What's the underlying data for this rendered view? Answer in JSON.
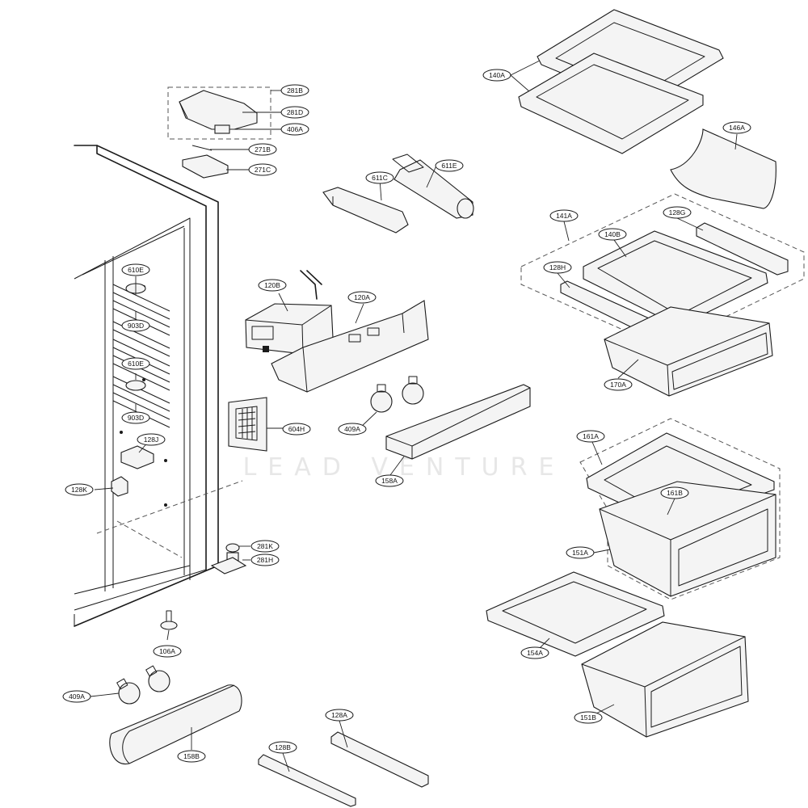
{
  "watermark": "LEAD VENTURE",
  "callouts": [
    {
      "id": "281b",
      "text": "281B"
    },
    {
      "id": "281d",
      "text": "281D"
    },
    {
      "id": "406a",
      "text": "406A"
    },
    {
      "id": "271b",
      "text": "271B"
    },
    {
      "id": "271c",
      "text": "271C"
    },
    {
      "id": "611c",
      "text": "611C"
    },
    {
      "id": "611e",
      "text": "611E"
    },
    {
      "id": "610e-top",
      "text": "610E"
    },
    {
      "id": "903d-top",
      "text": "903D"
    },
    {
      "id": "610e-bottom",
      "text": "610E"
    },
    {
      "id": "903d-bottom",
      "text": "903D"
    },
    {
      "id": "128j",
      "text": "128J"
    },
    {
      "id": "128k",
      "text": "128K"
    },
    {
      "id": "120b",
      "text": "120B"
    },
    {
      "id": "120a",
      "text": "120A"
    },
    {
      "id": "604h",
      "text": "604H"
    },
    {
      "id": "409a-top",
      "text": "409A"
    },
    {
      "id": "158a",
      "text": "158A"
    },
    {
      "id": "281k",
      "text": "281K"
    },
    {
      "id": "281h",
      "text": "281H"
    },
    {
      "id": "106a",
      "text": "106A"
    },
    {
      "id": "409a-bottom",
      "text": "409A"
    },
    {
      "id": "158b",
      "text": "158B"
    },
    {
      "id": "128a",
      "text": "128A"
    },
    {
      "id": "128b",
      "text": "128B"
    },
    {
      "id": "140a",
      "text": "140A"
    },
    {
      "id": "146a",
      "text": "146A"
    },
    {
      "id": "141a",
      "text": "141A"
    },
    {
      "id": "128g",
      "text": "128G"
    },
    {
      "id": "140b",
      "text": "140B"
    },
    {
      "id": "128h",
      "text": "128H"
    },
    {
      "id": "170a",
      "text": "170A"
    },
    {
      "id": "161a",
      "text": "161A"
    },
    {
      "id": "161b",
      "text": "161B"
    },
    {
      "id": "151a",
      "text": "151A"
    },
    {
      "id": "154a",
      "text": "154A"
    },
    {
      "id": "151b",
      "text": "151B"
    }
  ]
}
